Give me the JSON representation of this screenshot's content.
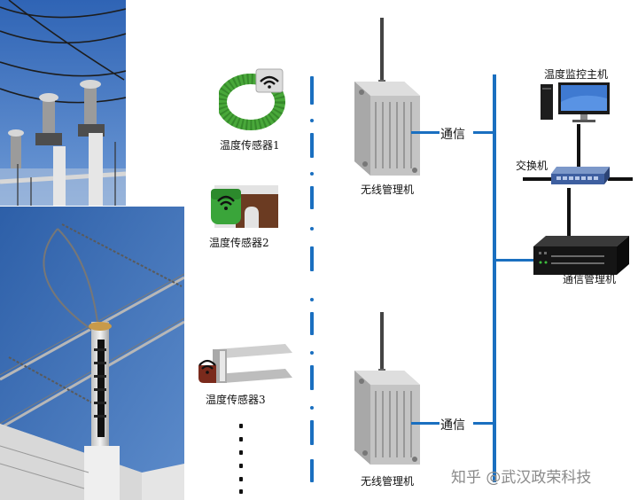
{
  "labels": {
    "sensor1": "温度传感器1",
    "sensor2": "温度传感器2",
    "sensor3": "温度传感器3",
    "wireless_manager_top": "无线管理机",
    "wireless_manager_bottom": "无线管理机",
    "comm_top": "通信",
    "comm_bottom": "通信",
    "monitor_host": "温度监控主机",
    "switch": "交换机",
    "comm_manager": "通信管理机"
  },
  "watermark": "知乎 @武汉政荣科技",
  "colors": {
    "bus_blue": "#1a6fc0",
    "sky": "#3a6fb8",
    "sensor_green": "#49a83a",
    "bracket_brown": "#6b3b22"
  },
  "icons": [
    "wifi-icon",
    "antenna-icon",
    "monitor-icon",
    "switch-icon",
    "rack-icon"
  ]
}
